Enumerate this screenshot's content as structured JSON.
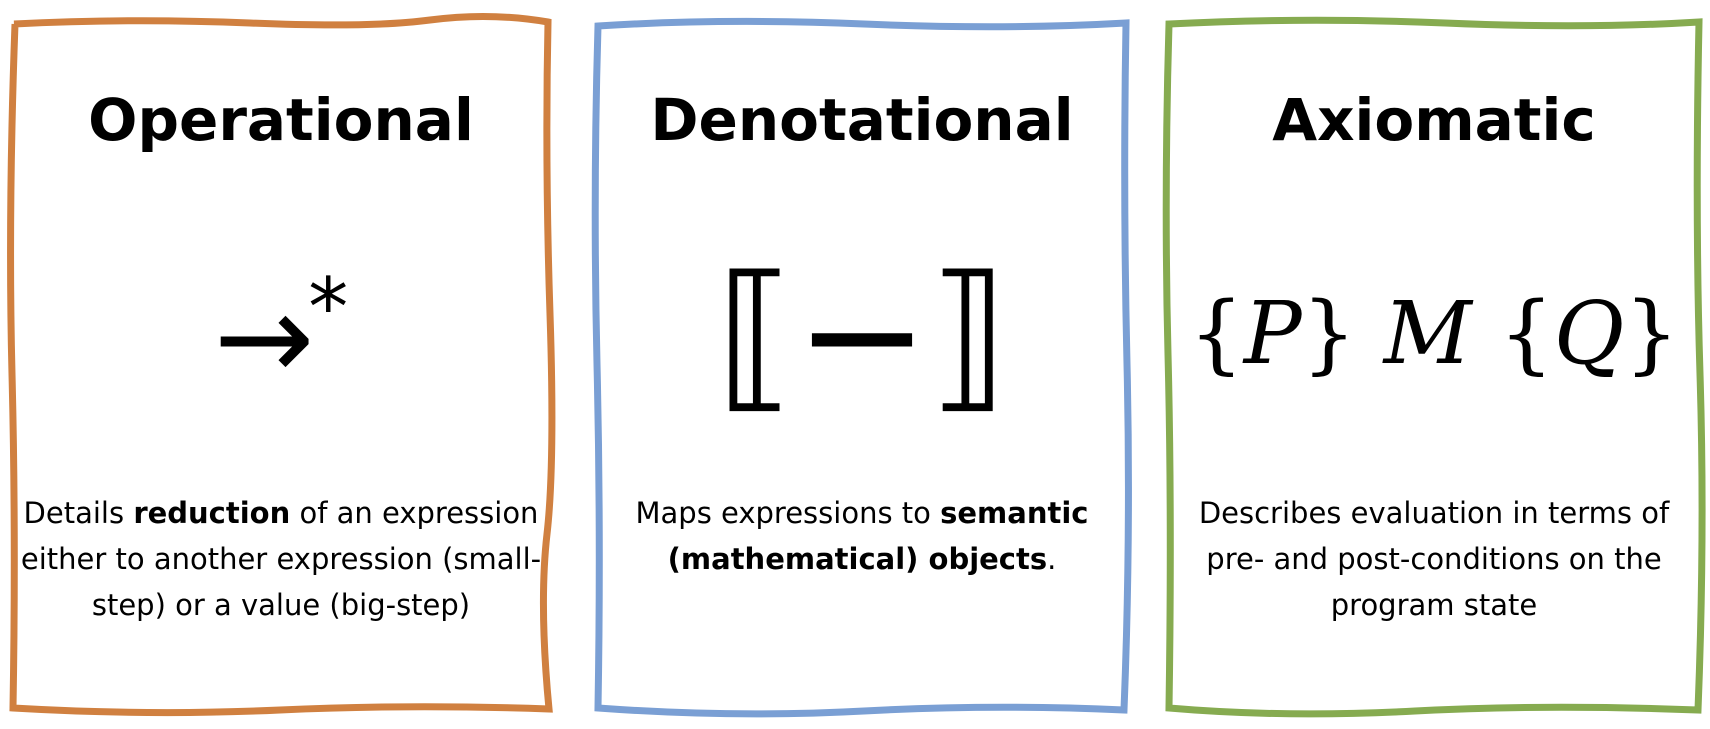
{
  "colors": {
    "operational": "#d08040",
    "denotational": "#7a9fd4",
    "axiomatic": "#86ab50"
  },
  "panels": [
    {
      "title": "Operational",
      "symbol": {
        "main": "→",
        "sup": "*"
      },
      "desc": {
        "pre": "Details ",
        "bold": "reduction",
        "post": " of an expression either to another expression (small-step) or a value (big-step)"
      }
    },
    {
      "title": "Denotational",
      "symbol": {
        "main": "⟦−⟧"
      },
      "desc": {
        "pre": "Maps expressions to ",
        "bold": "semantic (mathematical) objects",
        "post": "."
      }
    },
    {
      "title": "Axiomatic",
      "symbol": {
        "lb1": "{",
        "p": "P",
        "rb1": "}",
        "m": "M",
        "lb2": "{",
        "q": "Q",
        "rb2": "}"
      },
      "desc": {
        "pre": "Describes evaluation in terms of pre- and post-conditions on the program state"
      }
    }
  ]
}
